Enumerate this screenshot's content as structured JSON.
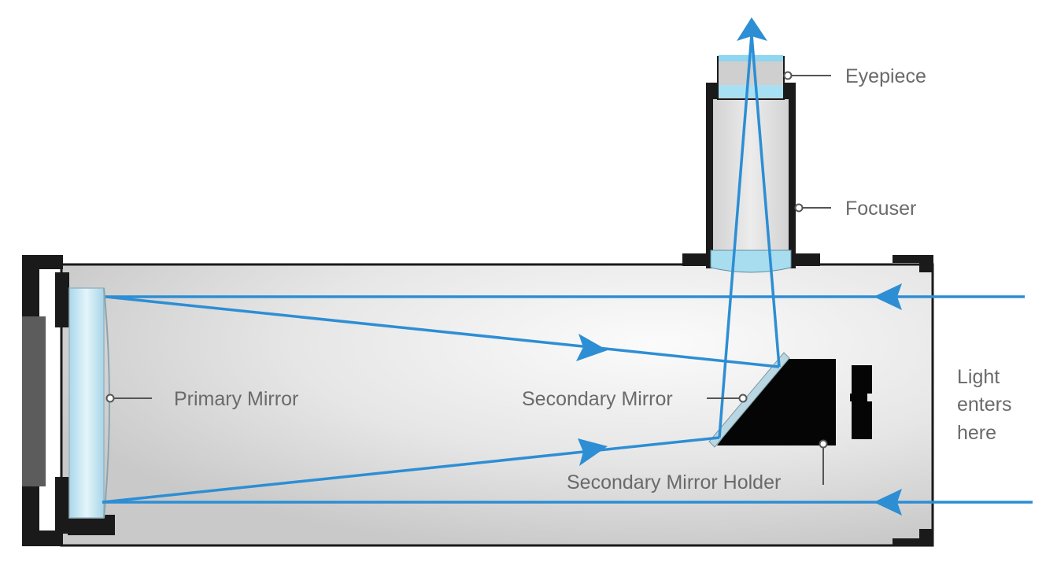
{
  "labels": {
    "eyepiece": "Eyepiece",
    "focuser": "Focuser",
    "primary_mirror": "Primary Mirror",
    "secondary_mirror": "Secondary Mirror",
    "secondary_mirror_holder": "Secondary Mirror Holder",
    "light_line1": "Light",
    "light_line2": "enters",
    "light_line3": "here"
  },
  "colors": {
    "light_ray": "#2d8ed4",
    "tube_fill": "#e7e7e7",
    "tube_outline": "#1a1a1a",
    "mirror_glass": "#bfe4f0",
    "label_text": "#6a6a6a"
  }
}
